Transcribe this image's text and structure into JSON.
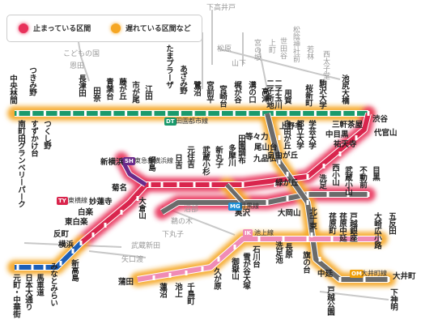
{
  "legend": {
    "stopped": {
      "label": "止まっている区間",
      "color": "#e8315a"
    },
    "delayed": {
      "label": "遅れている区間など",
      "color": "#f5a623"
    }
  },
  "lines": {
    "denentoshi": {
      "code": "DT",
      "name": "田園都市線",
      "color": "#1a9a6c"
    },
    "toyoko": {
      "code": "TY",
      "name": "東横線",
      "color": "#d9254d"
    },
    "shinyokohama": {
      "code": "SH",
      "name": "東急新横浜線",
      "color": "#6a2a8a"
    },
    "meguro": {
      "code": "MG",
      "name": "目黒線",
      "color": "#1b8fd6"
    },
    "ikegami": {
      "code": "IK",
      "name": "池上線",
      "color": "#f08bb5"
    },
    "oimachi": {
      "code": "OM",
      "name": "大井町線",
      "color": "#f2a10c"
    },
    "minatomirai": {
      "color": "#1c5fb8"
    },
    "gray": {
      "color": "#6b6b6b"
    }
  },
  "stations": {
    "denentoshi": [
      "中央林間",
      "つきみ野",
      "南町田グランベリーパーク",
      "すずかけ台",
      "つくし野",
      "長津田",
      "田奈",
      "青葉台",
      "藤が丘",
      "市が尾",
      "江田",
      "たまプラーザ",
      "あざみ野",
      "鷺沼",
      "宮前平",
      "宮崎台",
      "梶が谷",
      "溝の口",
      "高津",
      "二子新地",
      "二子玉川",
      "用賀",
      "桜新町",
      "駒沢大学",
      "池尻大橋",
      "三軒茶屋",
      "渋谷"
    ],
    "toyoko": [
      "代官山",
      "中目黒",
      "祐天寺",
      "学芸大学",
      "都立大学",
      "自由が丘",
      "田園調布",
      "多摩川",
      "新丸子",
      "武蔵小杉",
      "元住吉",
      "日吉",
      "綱島",
      "大倉山",
      "菊名",
      "妙蓮寺",
      "白楽",
      "東白楽",
      "反町",
      "横浜"
    ],
    "shinyokohama": [
      "新横浜"
    ],
    "minatomirai": [
      "新高島",
      "みなとみらい",
      "馬車道",
      "日本大通り",
      "元町・中華街"
    ],
    "meguro": [
      "目黒",
      "不動前",
      "武蔵小山",
      "西小山",
      "洗足",
      "大岡山",
      "奥沢"
    ],
    "oimachi": [
      "大井町",
      "下神明",
      "戸越公園",
      "中延",
      "荏原町",
      "旗の台",
      "北千束",
      "緑が丘",
      "九品仏",
      "尾山台",
      "等々力",
      "上野毛"
    ],
    "ikegami": [
      "五反田",
      "大崎広小路",
      "戸越銀座",
      "荏原中延",
      "長原",
      "洗足池",
      "石川台",
      "雪が谷大塚",
      "御嶽山",
      "久が原",
      "千鳥町",
      "池上",
      "蓮沼",
      "蒲田"
    ],
    "other": [
      "奥沢",
      "沼部",
      "鵜の木",
      "下丸子",
      "武蔵新田",
      "矢口渡"
    ]
  },
  "geo": [
    "こどもの国",
    "恩田",
    "下高井戸",
    "松原",
    "山下",
    "宮の坂",
    "上町",
    "世田谷",
    "松陰神社前",
    "若林",
    "西太子堂"
  ]
}
